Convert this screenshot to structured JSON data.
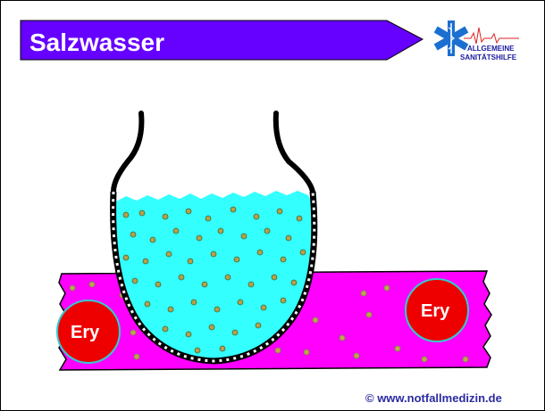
{
  "title": "Salzwasser",
  "logo": {
    "line1": "ALLGEMEINE",
    "line2": "SANITÄTSHILFE",
    "icon": "star-of-life-icon"
  },
  "cells": {
    "left_label": "Ery",
    "right_label": "Ery"
  },
  "footer": "© www.notfallmedizin.de",
  "colors": {
    "title_banner": "#6600ff",
    "vessel": "#ff00ff",
    "salt_water": "#33ffff",
    "erythrocyte": "#ee0000",
    "footer_text": "#2a2aa0"
  }
}
